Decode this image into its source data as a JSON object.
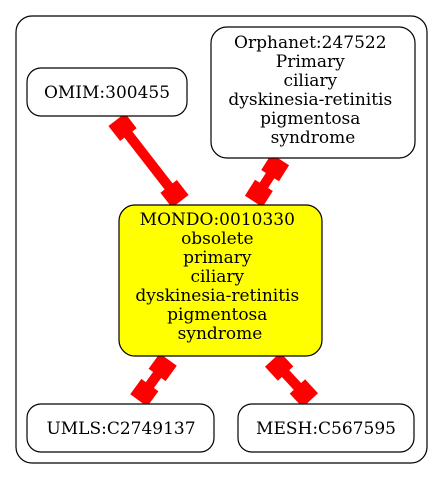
{
  "nodes": {
    "omim": {
      "lines": [
        "OMIM:300455"
      ]
    },
    "orphanet": {
      "lines": [
        "Orphanet:247522",
        "Primary",
        "ciliary",
        "dyskinesia-retinitis",
        "pigmentosa",
        "syndrome"
      ]
    },
    "mondo": {
      "lines": [
        "MONDO:0010330",
        "obsolete",
        "primary",
        "ciliary",
        "dyskinesia-retinitis",
        "pigmentosa",
        "syndrome"
      ],
      "fill": "#ffff00"
    },
    "umls": {
      "lines": [
        "UMLS:C2749137"
      ]
    },
    "mesh": {
      "lines": [
        "MESH:C567595"
      ]
    }
  },
  "edges": [
    {
      "from": "omim",
      "to": "mondo"
    },
    {
      "from": "orphanet",
      "to": "mondo"
    },
    {
      "from": "mondo",
      "to": "umls"
    },
    {
      "from": "mondo",
      "to": "mesh"
    }
  ],
  "colors": {
    "edge": "#ff0000",
    "node_border": "#000000",
    "node_fill": "#ffffff",
    "highlight_fill": "#ffff00"
  }
}
